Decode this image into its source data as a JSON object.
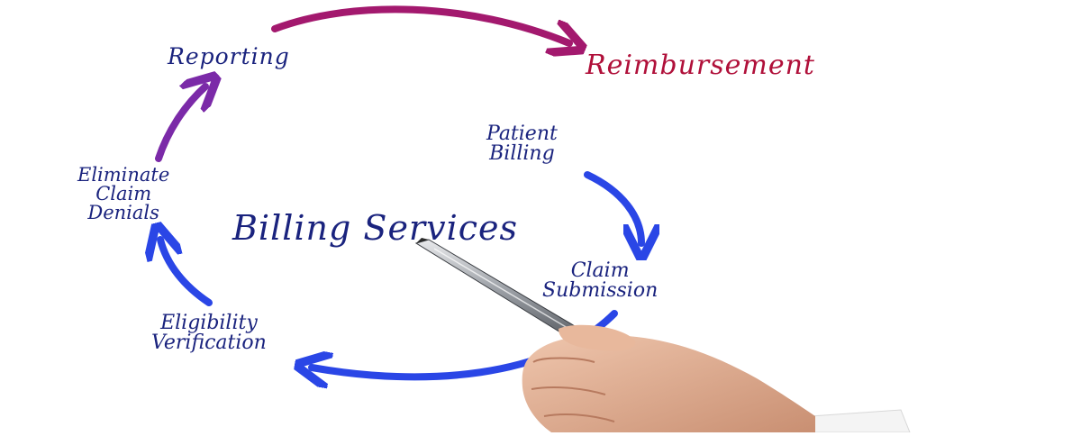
{
  "diagram": {
    "center_label": "Billing Services",
    "steps": [
      {
        "id": "reporting",
        "lines": [
          "Reporting"
        ]
      },
      {
        "id": "reimbursement",
        "lines": [
          "Reimbursement"
        ]
      },
      {
        "id": "patient-billing",
        "lines": [
          "Patient",
          "Billing"
        ]
      },
      {
        "id": "claim-submission",
        "lines": [
          "Claim",
          "Submission"
        ]
      },
      {
        "id": "eligibility-verification",
        "lines": [
          "Eligibility",
          "Verification"
        ]
      },
      {
        "id": "eliminate-claim-denials",
        "lines": [
          "Eliminate",
          "Claim",
          "Denials"
        ]
      }
    ],
    "colors": {
      "label": "#1a237e",
      "accent_label": "#b0103a",
      "arrow_blue": "#2a46e6",
      "arrow_purple": "#7b2aa8",
      "arrow_magenta": "#a3196e"
    }
  }
}
